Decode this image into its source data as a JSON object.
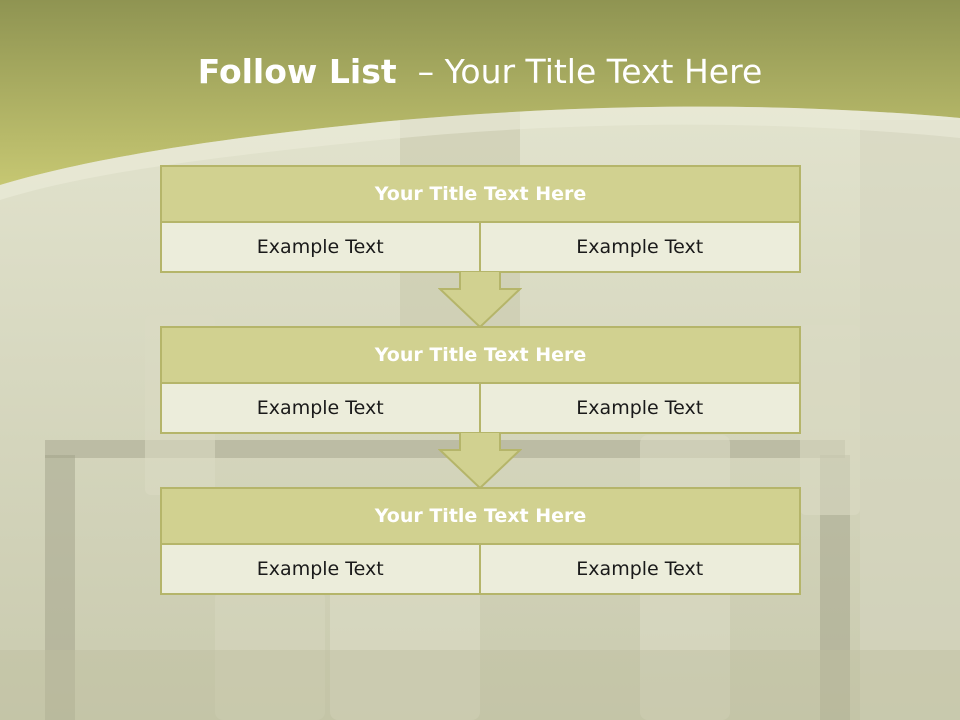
{
  "title": {
    "bold": "Follow List",
    "rest": "  – Your Title Text Here"
  },
  "blocks": [
    {
      "title": "Your Title Text Here",
      "cells": [
        "Example Text",
        "Example Text"
      ]
    },
    {
      "title": "Your Title Text Here",
      "cells": [
        "Example Text",
        "Example Text"
      ]
    },
    {
      "title": "Your Title Text Here",
      "cells": [
        "Example Text",
        "Example Text"
      ]
    }
  ],
  "colors": {
    "accent": "#c5c56e",
    "box_fill": "#d1d190",
    "box_border": "#b5b56a",
    "cell_fill": "#eceddb"
  }
}
